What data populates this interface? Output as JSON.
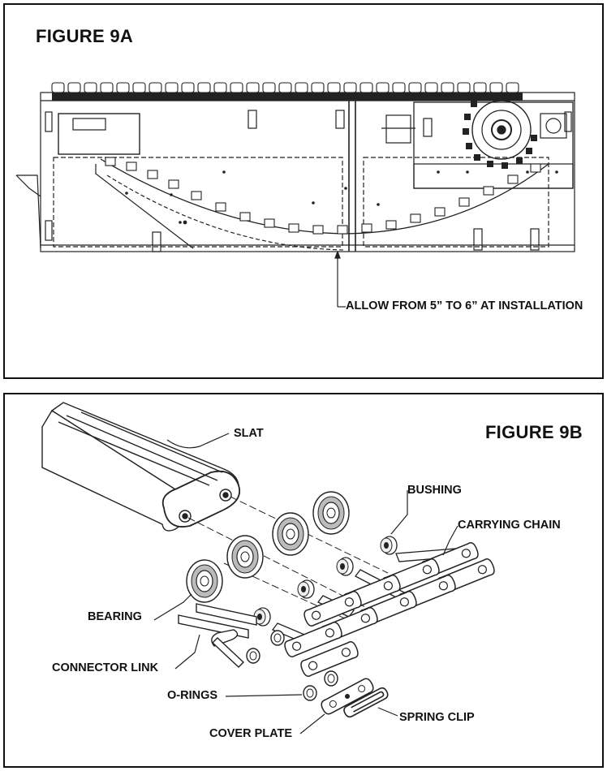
{
  "figure_a": {
    "title": "FIGURE 9A",
    "callout": "ALLOW FROM 5” TO 6” AT INSTALLATION"
  },
  "figure_b": {
    "title": "FIGURE 9B",
    "labels": {
      "slat": "SLAT",
      "bushing": "BUSHING",
      "carrying_chain": "CARRYING CHAIN",
      "bearing": "BEARING",
      "connector_link": "CONNECTOR LINK",
      "o_rings": "O-RINGS",
      "cover_plate": "COVER PLATE",
      "spring_clip": "SPRING CLIP"
    }
  }
}
